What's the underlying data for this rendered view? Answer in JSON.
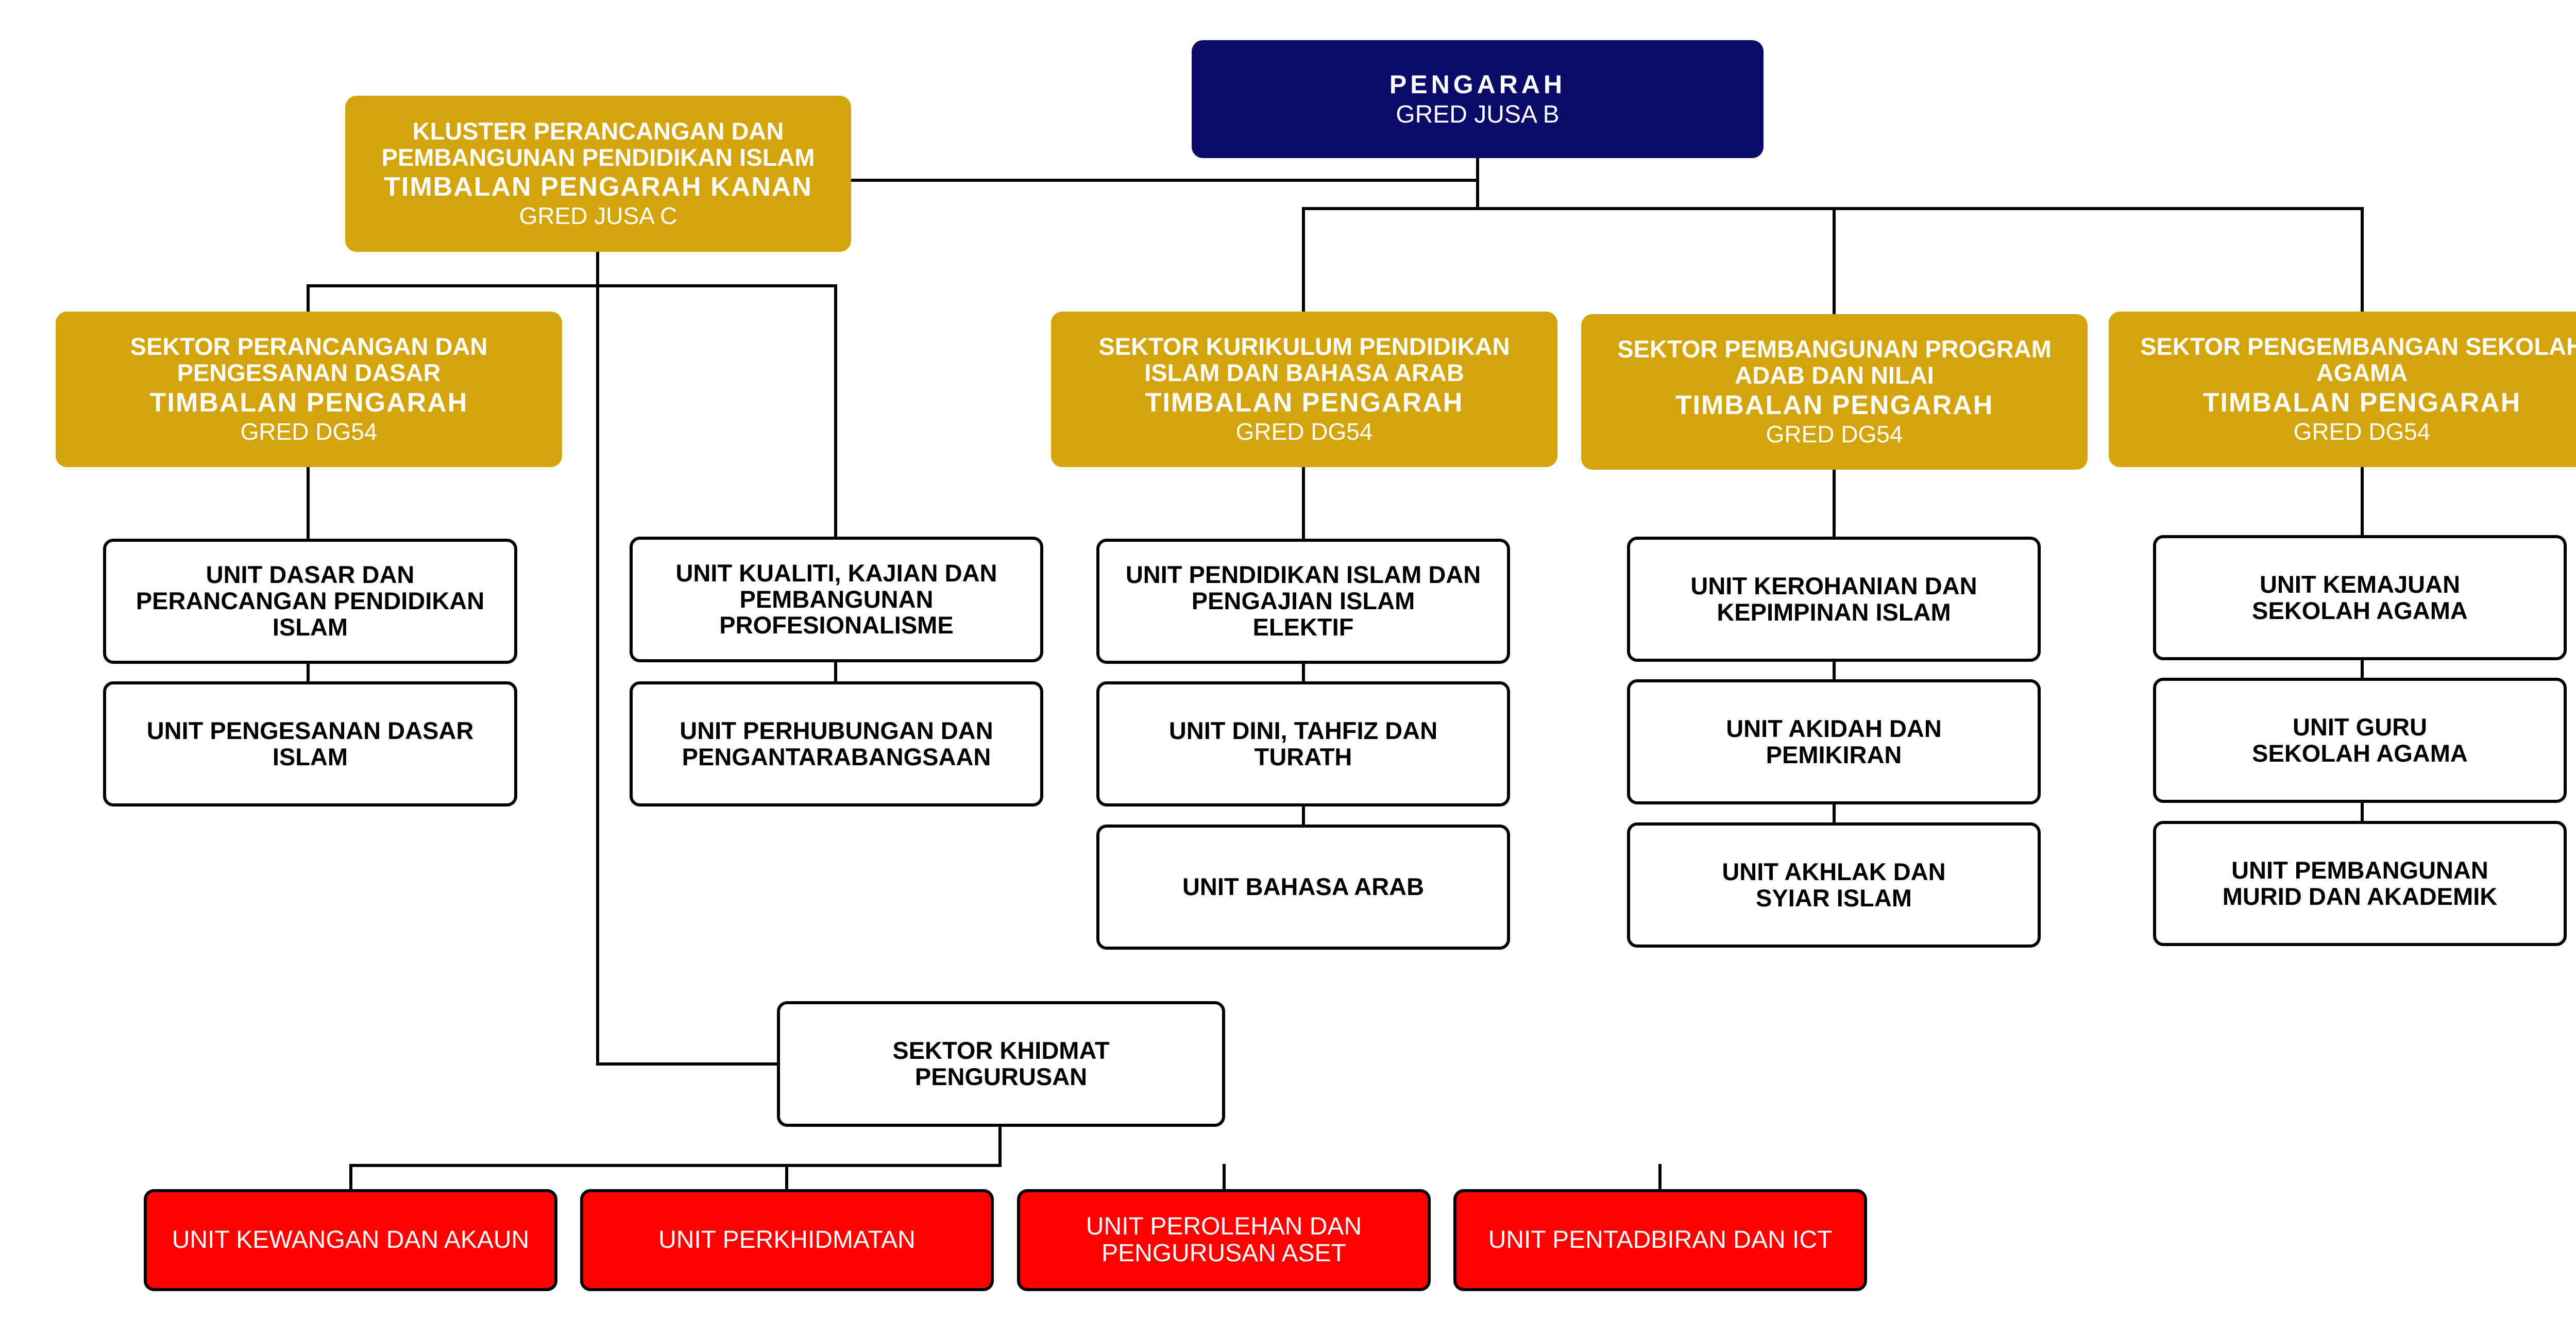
{
  "director": {
    "title": "PENGARAH",
    "grade": "GRED JUSA B"
  },
  "deputy_right": {
    "name": "KLUSTER PERANCANGAN DAN\nPEMBANGUNAN PENDIDIKAN ISLAM",
    "role": "TIMBALAN PENGARAH KANAN",
    "grade": "GRED JUSA C"
  },
  "sectors": [
    {
      "name": "SEKTOR PERANCANGAN DAN\nPENGESANAN DASAR",
      "role": "TIMBALAN PENGARAH",
      "grade": "GRED DG54",
      "units": [
        "UNIT DASAR DAN\nPERANCANGAN PENDIDIKAN\nISLAM",
        "UNIT PENGESANAN DASAR\nISLAM"
      ]
    },
    {
      "name": "SEKTOR KURIKULUM PENDIDIKAN\nISLAM DAN BAHASA ARAB",
      "role": "TIMBALAN PENGARAH",
      "grade": "GRED DG54",
      "units": [
        "UNIT PENDIDIKAN ISLAM DAN\nPENGAJIAN ISLAM\nELEKTIF",
        "UNIT DINI, TAHFIZ DAN\nTURATH",
        "UNIT BAHASA ARAB"
      ]
    },
    {
      "name": "SEKTOR PEMBANGUNAN PROGRAM\nADAB DAN NILAI",
      "role": "TIMBALAN PENGARAH",
      "grade": "GRED DG54",
      "units": [
        "UNIT KEROHANIAN DAN\nKEPIMPINAN ISLAM",
        "UNIT AKIDAH DAN\nPEMIKIRAN",
        "UNIT AKHLAK DAN\nSYIAR ISLAM"
      ]
    },
    {
      "name": "SEKTOR PENGEMBANGAN SEKOLAH\nAGAMA",
      "role": "TIMBALAN PENGARAH",
      "grade": "GRED DG54",
      "units": [
        "UNIT KEMAJUAN\nSEKOLAH AGAMA",
        "UNIT GURU\nSEKOLAH AGAMA",
        "UNIT PEMBANGUNAN\nMURID DAN AKADEMIK"
      ]
    }
  ],
  "cluster_units": [
    "UNIT KUALITI, KAJIAN DAN\nPEMBANGUNAN\nPROFESIONALISME",
    "UNIT PERHUBUNGAN DAN\nPENGANTARABANGSAAN"
  ],
  "management_sector": {
    "name": "SEKTOR KHIDMAT\nPENGURUSAN",
    "units": [
      "UNIT KEWANGAN DAN AKAUN",
      "UNIT PERKHIDMATAN",
      "UNIT PEROLEHAN DAN\nPENGURUSAN ASET",
      "UNIT PENTADBIRAN DAN ICT"
    ]
  },
  "colors": {
    "director": "#0a0a6b",
    "deputy": "#d4a40c",
    "unit": "#ffffff",
    "management_unit": "#ff0000",
    "line": "#000000"
  }
}
